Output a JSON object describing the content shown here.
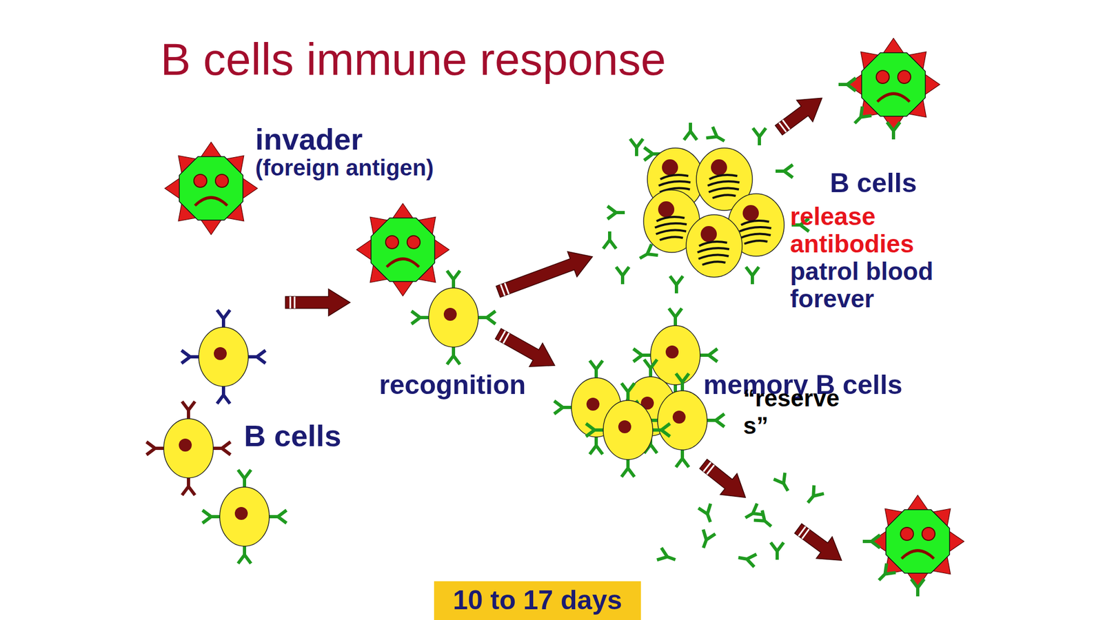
{
  "diagram": {
    "title": "B cells immune response",
    "nodes": [
      {
        "text": [
          "invader",
          "(foreign antigen)"
        ]
      },
      {
        "text": [
          "B cells"
        ]
      },
      {
        "text": [
          "recognition"
        ]
      },
      {
        "text": [
          "B cells",
          "release antibodies",
          "patrol blood forever"
        ]
      },
      {
        "text": [
          "memory B cells",
          "“reserves”"
        ]
      },
      {
        "text": [
          "10 to 17 days"
        ]
      }
    ],
    "edges": [
      {
        "from": 1,
        "to": 2,
        "arrow": "to"
      },
      {
        "from": 2,
        "to": 3,
        "arrow": "to"
      },
      {
        "from": 2,
        "to": 4,
        "arrow": "to"
      }
    ]
  }
}
